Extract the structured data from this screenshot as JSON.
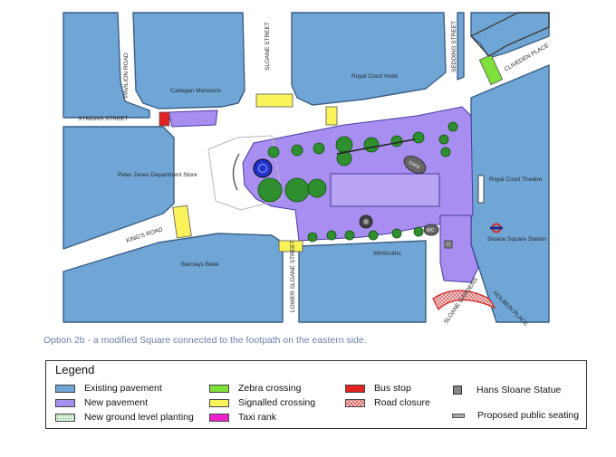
{
  "map": {
    "streets": [
      {
        "name": "PAVILION ROAD"
      },
      {
        "name": "SLOANE STREET"
      },
      {
        "name": "SEDDING STREET"
      },
      {
        "name": "CLIVEDEN PLACE"
      },
      {
        "name": "SYMONS STREET"
      },
      {
        "name": "KING'S ROAD"
      },
      {
        "name": "LOWER SLOANE STREET"
      },
      {
        "name": "SLOANE GARDENS"
      },
      {
        "name": "HOLBEIN PLACE"
      }
    ],
    "buildings": [
      {
        "name": "Cadogan Mansions"
      },
      {
        "name": "Royal Court Hotel"
      },
      {
        "name": "Peter Jones Department Store"
      },
      {
        "name": "Royal Court Theatre"
      },
      {
        "name": "Barclays Bank"
      },
      {
        "name": "WHSmiths"
      },
      {
        "name": "Sloane Square Station"
      }
    ],
    "kiosks": [
      {
        "name": "CAFE"
      },
      {
        "name": "WC"
      }
    ],
    "colors": {
      "road": "#ffffff",
      "existing_pavement": "#6fa6d6",
      "new_pavement": "#a78ef0",
      "zebra": "#7ee03a",
      "signalled": "#fbf35a",
      "bus_stop": "#e32222",
      "trees": "#2f8f2f",
      "fountain": "#2233cc",
      "tube_red": "#d52b1e"
    }
  },
  "caption": "Option 2b - a modified Square connected to the footpath on the eastern side.",
  "legend": {
    "title": "Legend",
    "items": [
      {
        "label": "Existing pavement",
        "color": "#6fa6d6",
        "type": "fill"
      },
      {
        "label": "New pavement",
        "color": "#a78ef0",
        "type": "fill"
      },
      {
        "label": "New ground level planting",
        "color": "#d8f4d8",
        "type": "dots"
      },
      {
        "label": "Zebra crossing",
        "color": "#7ee03a",
        "type": "fill"
      },
      {
        "label": "Signalled crossing",
        "color": "#fbf35a",
        "type": "fill"
      },
      {
        "label": "Taxi rank",
        "color": "#ee22cc",
        "type": "fill"
      },
      {
        "label": "Bus stop",
        "color": "#e32222",
        "type": "fill"
      },
      {
        "label": "Road closure",
        "color": "#f4c8c8",
        "type": "hatch"
      },
      {
        "label": "Hans Sloane Statue",
        "color": "#888888",
        "type": "square"
      },
      {
        "label": "Proposed public seating",
        "color": "#aaaaaa",
        "type": "bar"
      }
    ]
  }
}
